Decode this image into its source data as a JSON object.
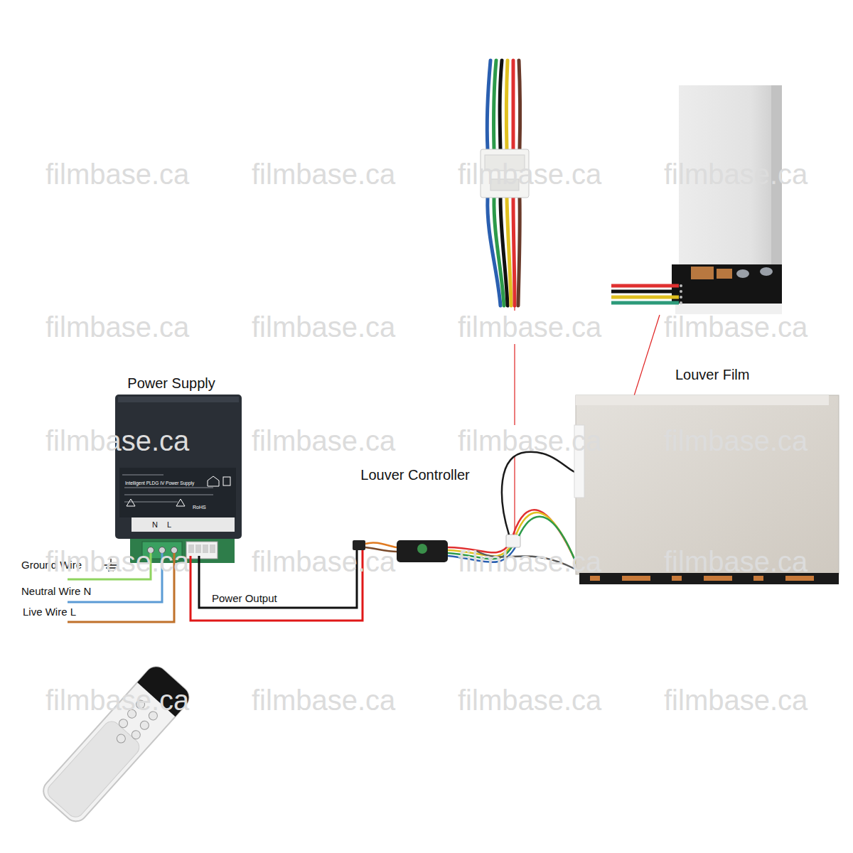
{
  "diagram": {
    "nodes": [
      {
        "text": [
          "Power Supply"
        ]
      },
      {
        "text": [
          "Louver Controller"
        ]
      },
      {
        "text": [
          "Louver Film"
        ]
      }
    ],
    "edges": [
      {
        "from": 0,
        "to": 1,
        "arrow": "none",
        "label": "Power Output"
      },
      {
        "from": 1,
        "to": 2,
        "arrow": "none"
      }
    ],
    "labels": [
      "Intelligent PLDG IV Power Supply",
      "RoHS",
      "N",
      "L",
      "Ground Wire",
      "Neutral Wire N",
      "Live Wire L",
      "filmbase.ca",
      "filmbase.ca",
      "filmbase.ca",
      "filmbase.ca",
      "filmbase.ca",
      "filmbase.ca",
      "filmbase.ca",
      "filmbase.ca",
      "filmbase.ca",
      "filmbase.ca",
      "filmbase.ca",
      "filmbase.ca",
      "filmbase.ca",
      "filmbase.ca",
      "filmbase.ca",
      "filmbase.ca",
      "filmbase.ca",
      "filmbase.ca",
      "filmbase.ca",
      "filmbase.ca"
    ]
  }
}
